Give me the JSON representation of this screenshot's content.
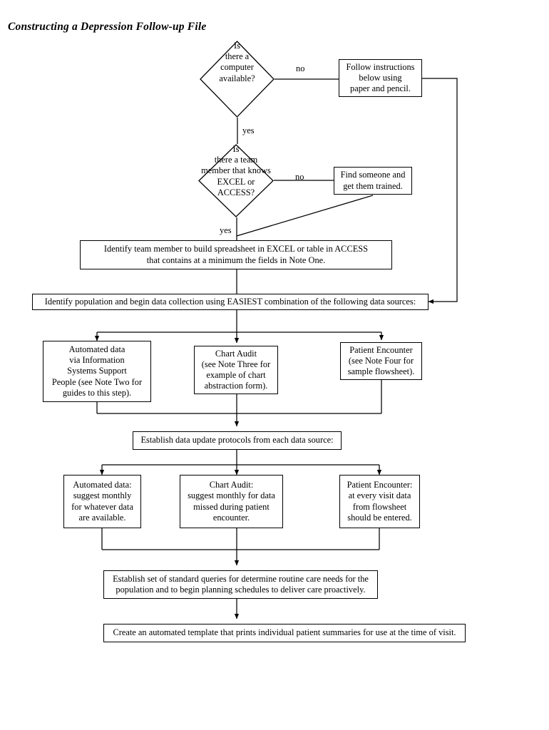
{
  "document": {
    "title": "Constructing a Depression Follow-up File"
  },
  "colors": {
    "stroke": "#000000",
    "text": "#000000",
    "background": "#ffffff"
  },
  "flowchart": {
    "type": "flowchart",
    "orientation": "top-to-bottom",
    "nodes": [
      {
        "id": "d1",
        "shape": "decision",
        "label": "Is\nthere a\ncomputer\navailable?"
      },
      {
        "id": "p1",
        "shape": "process",
        "label": "Follow instructions\nbelow using\npaper and pencil."
      },
      {
        "id": "d2",
        "shape": "decision",
        "label": "Is\nthere a team\nmember that knows\nEXCEL or\nACCESS?"
      },
      {
        "id": "p2",
        "shape": "process",
        "label": "Find someone and\nget them trained."
      },
      {
        "id": "p3",
        "shape": "process",
        "label": "Identify team member to build spreadsheet in EXCEL or table in ACCESS\nthat contains at a minimum the fields in Note One."
      },
      {
        "id": "p4",
        "shape": "process",
        "label": "Identify population and begin data collection using EASIEST combination of the following data sources:"
      },
      {
        "id": "p5",
        "shape": "process",
        "label": "Automated  data\nvia  Information\nSystems Support\nPeople (see Note Two for\nguides to this step)."
      },
      {
        "id": "p6",
        "shape": "process",
        "label": "Chart Audit\n(see Note Three for\nexample of chart\nabstraction form)."
      },
      {
        "id": "p7",
        "shape": "process",
        "label": "Patient Encounter\n(see Note Four for\nsample flowsheet)."
      },
      {
        "id": "p8",
        "shape": "process",
        "label": "Establish data update protocols from each data source:"
      },
      {
        "id": "p9",
        "shape": "process",
        "label": "Automated data:\nsuggest monthly\nfor whatever data\nare available."
      },
      {
        "id": "p10",
        "shape": "process",
        "label": "Chart Audit:\nsuggest monthly for data\nmissed during patient\nencounter."
      },
      {
        "id": "p11",
        "shape": "process",
        "label": "Patient Encounter:\nat every visit data\nfrom flowsheet\nshould be entered."
      },
      {
        "id": "p12",
        "shape": "process",
        "label": "Establish set of standard queries for determine routine care needs for the\npopulation and to begin planning schedules to deliver care proactively."
      },
      {
        "id": "p13",
        "shape": "process",
        "label": "Create an automated template that prints individual patient summaries for use at the time of visit."
      }
    ],
    "edge_labels": {
      "d1_no": "no",
      "d1_yes": "yes",
      "d2_no": "no",
      "d2_yes": "yes"
    }
  }
}
